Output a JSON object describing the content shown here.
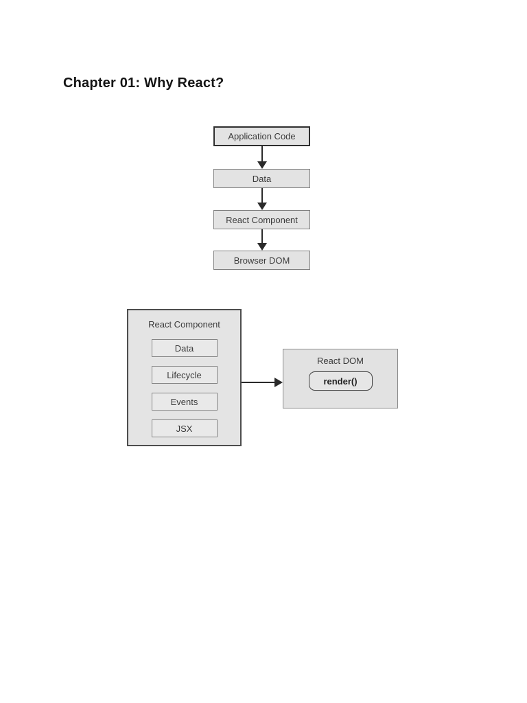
{
  "page": {
    "heading": "Chapter 01: Why React?",
    "background": "#ffffff"
  },
  "colors": {
    "box_fill": "#e3e3e3",
    "box_border_gray": "#7e7e7e",
    "box_border_dark": "#2f2f2f",
    "arrow": "#2a2a2a",
    "text": "#3b3b3b",
    "heading_text": "#151515"
  },
  "flow_diagram": {
    "nodes": [
      "Application Code",
      "Data",
      "React Component",
      "Browser DOM"
    ]
  },
  "component_diagram": {
    "container_title": "React Component",
    "parts": [
      "Data",
      "Lifecycle",
      "Events",
      "JSX"
    ],
    "target_title": "React DOM",
    "target_method": "render()"
  }
}
